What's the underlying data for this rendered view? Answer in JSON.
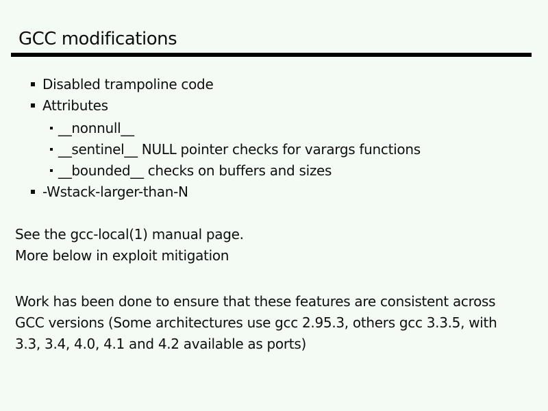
{
  "slide": {
    "title": "GCC modifications",
    "bullets": [
      {
        "level": 1,
        "label": "Disabled trampoline code"
      },
      {
        "level": 1,
        "label": "Attributes"
      },
      {
        "level": 2,
        "label": "__nonnull__"
      },
      {
        "level": 2,
        "label": "__sentinel__ NULL pointer checks for varargs functions"
      },
      {
        "level": 2,
        "label": "__bounded__ checks on buffers and sizes"
      },
      {
        "level": 1,
        "label": "-Wstack-larger-than-N"
      }
    ],
    "notes": {
      "lines": [
        "See the gcc-local(1) manual page.",
        "More below in exploit mitigation"
      ]
    },
    "paragraph": {
      "lines": [
        "Work has been done to ensure that these features are consistent across",
        "GCC versions (Some architectures use gcc 2.95.3, others gcc 3.3.5, with",
        "3.3, 3.4, 4.0, 4.1 and 4.2 available as ports)"
      ]
    },
    "colors": {
      "background": "#f4faf4",
      "text": "#0e0e0e",
      "rule": "#000000"
    }
  }
}
